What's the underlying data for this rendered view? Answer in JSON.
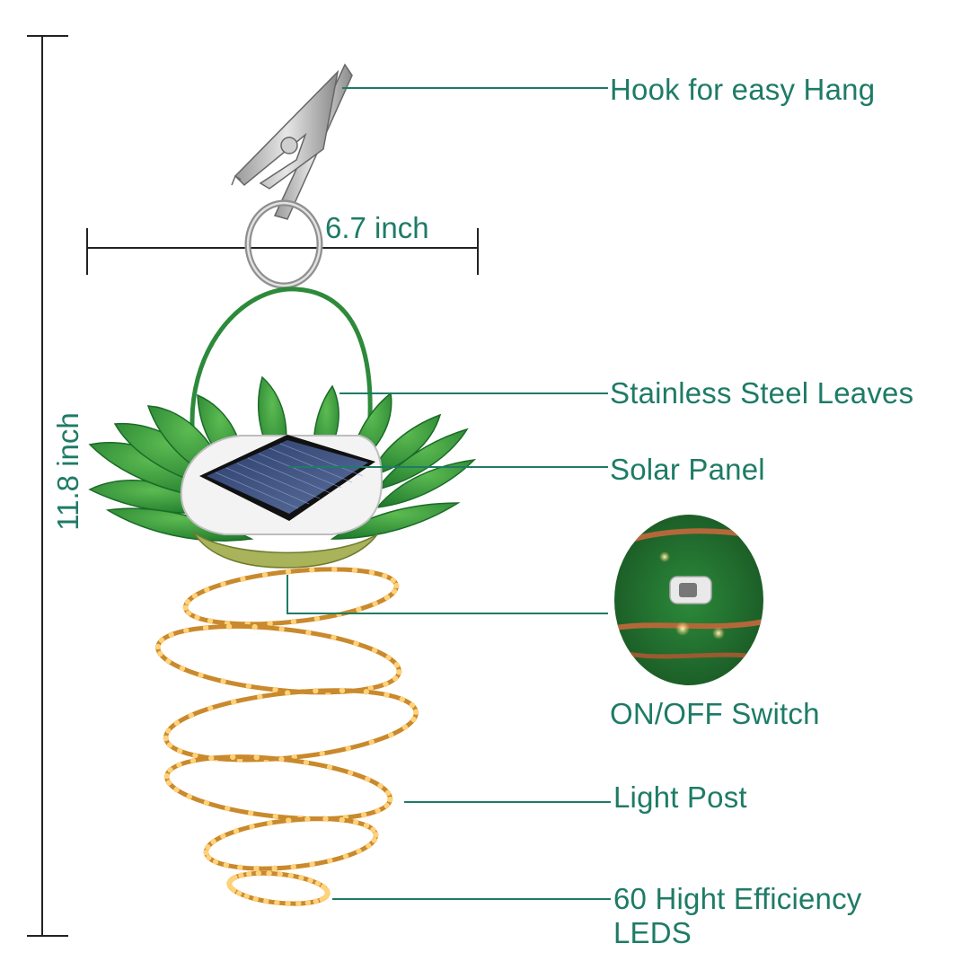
{
  "labels": {
    "hook": "Hook for easy Hang",
    "leaves": "Stainless Steel Leaves",
    "solar": "Solar Panel",
    "switch": "ON/OFF Switch",
    "post": "Light Post",
    "leds": "60 Hight Efficiency LEDS"
  },
  "dimensions": {
    "width": "6.7 inch",
    "height": "11.8 inch"
  },
  "colors": {
    "label_text": "#1e7b66",
    "leader_line": "#1e7b66",
    "leaf_green": "#2f9a3c",
    "wire_gold": "#c9892c",
    "led_glow": "#ffd27a"
  },
  "icons": [
    "alligator-clip-icon",
    "key-ring-icon",
    "solar-panel-icon",
    "switch-icon"
  ]
}
